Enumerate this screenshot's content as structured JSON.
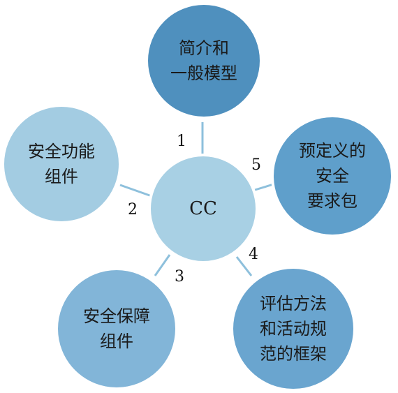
{
  "colors": {
    "center": "#a8d0e4",
    "top": "#4f90be",
    "top_right": "#5f9fcb",
    "left": "#a3cce2",
    "bottom_left": "#82b5d8",
    "bottom_right": "#6aa5cf",
    "connector": "#8ec0dc",
    "outline": "#ffffff"
  },
  "center": {
    "label": "CC"
  },
  "nodes": {
    "top": {
      "label": "简介和\n一般模型"
    },
    "top_right": {
      "label": "预定义的\n安全\n要求包"
    },
    "left": {
      "label": "安全功能\n组件"
    },
    "bottom_left": {
      "label": "安全保障\n组件"
    },
    "bottom_right": {
      "label": "评估方法\n和活动规\n范的框架"
    }
  },
  "numbers": {
    "n1": "1",
    "n2": "2",
    "n3": "3",
    "n4": "4",
    "n5": "5"
  }
}
